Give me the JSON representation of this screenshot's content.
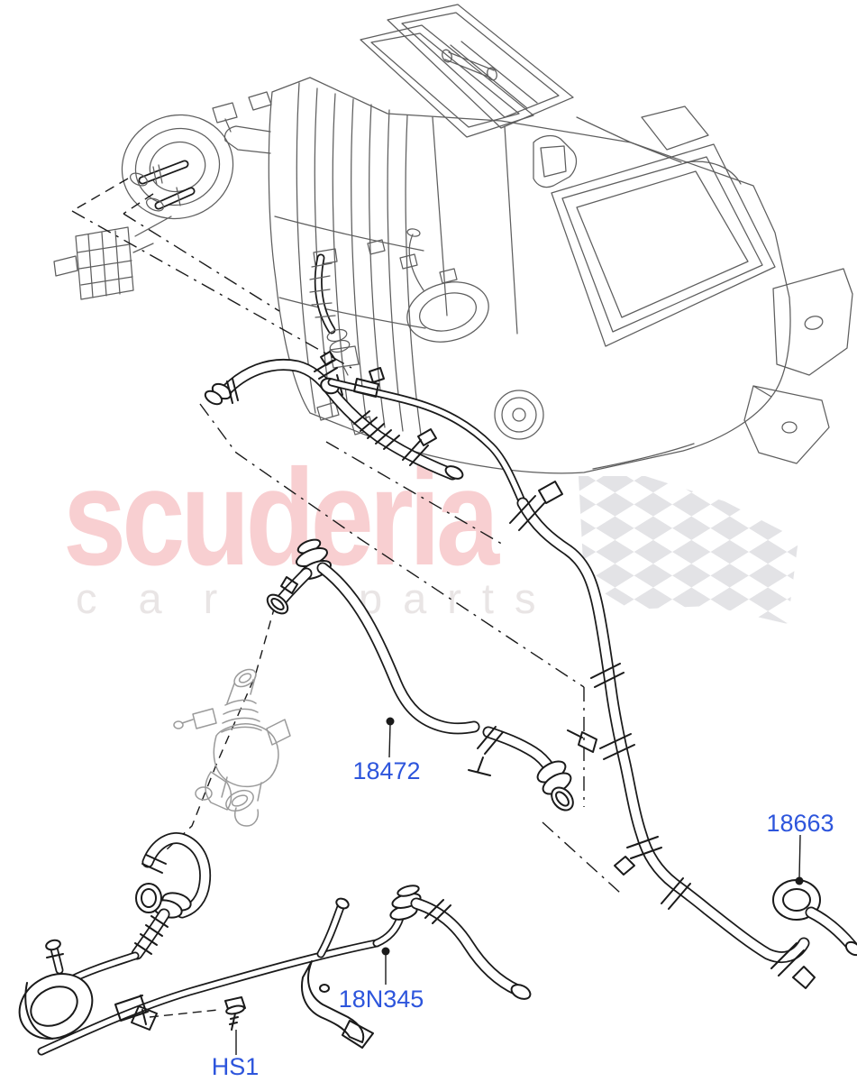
{
  "watermark": {
    "brand": "scuderia",
    "word1": "car",
    "word2": "parts",
    "brand_color": "#f8cfd1",
    "letters_color": "#e9e5e5",
    "flag_color": "#e3e3e6"
  },
  "labels": {
    "color": "#2d55dc",
    "p18472": "18472",
    "p18663": "18663",
    "p18N345": "18N345",
    "hs1": "HS1"
  },
  "drawing": {
    "background": "#ffffff",
    "hose_line_color": "#1a1a1a",
    "unit_line_color": "#5e5e5e",
    "valve_line_color": "#9a9a9a"
  }
}
